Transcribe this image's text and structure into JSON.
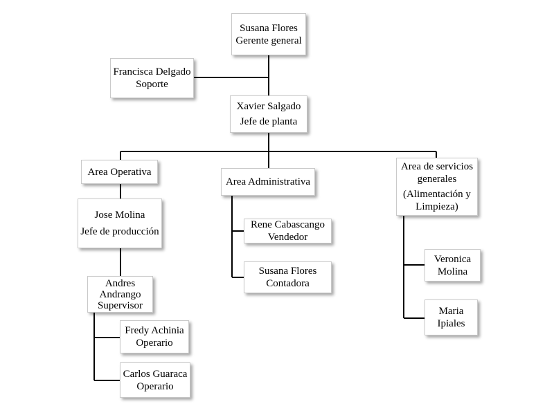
{
  "org_chart": {
    "gerente": {
      "name": "Susana Flores",
      "role": "Gerente general"
    },
    "soporte": {
      "name": "Francisca Delgado",
      "role": "Soporte"
    },
    "jefe_planta": {
      "name": "Xavier Salgado",
      "role": "Jefe de planta"
    },
    "area_operativa": {
      "label": "Area Operativa"
    },
    "area_administrativa": {
      "label": "Area Administrativa"
    },
    "area_servicios": {
      "line1": "Area de servicios",
      "line2": "generales",
      "line3": "(Alimentación y",
      "line4": "Limpieza)"
    },
    "jefe_produccion": {
      "name": "Jose Molina",
      "role": "Jefe de producción"
    },
    "supervisor": {
      "line1": "Andres",
      "line2": "Andrango",
      "line3": "Supervisor"
    },
    "operario_1": {
      "name": "Fredy Achinia",
      "role": "Operario"
    },
    "operario_2": {
      "name": "Carlos Guaraca",
      "role": "Operario"
    },
    "vendedor": {
      "name": "Rene Cabascango",
      "role": "Vendedor"
    },
    "contadora": {
      "name": "Susana Flores",
      "role": "Contadora"
    },
    "servicios_1": {
      "line1": "Veronica",
      "line2": "Molina"
    },
    "servicios_2": {
      "line1": "Maria",
      "line2": "Ipiales"
    }
  }
}
